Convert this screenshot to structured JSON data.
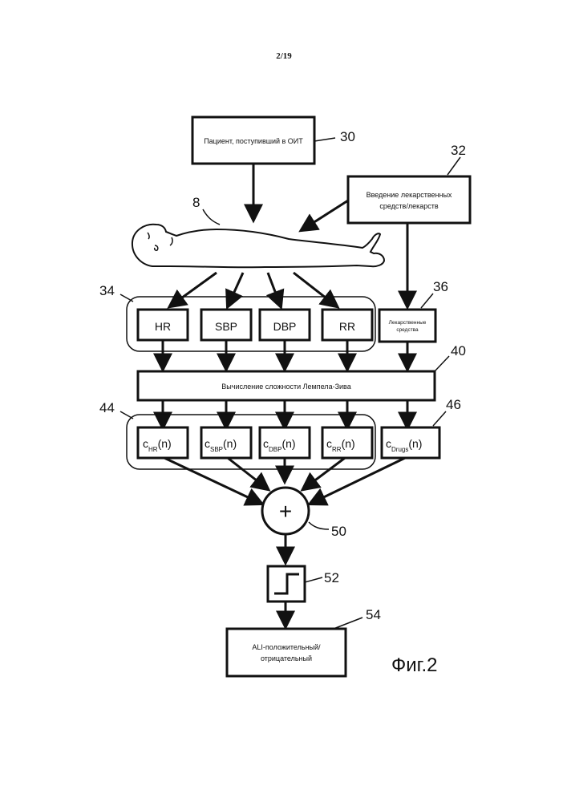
{
  "page_number": "2/19",
  "figure_label": "Фиг.2",
  "boxes": {
    "patient": "Пациент, поступивший в ОИТ",
    "drug_admin_line1": "Введение лекарственных",
    "drug_admin_line2": "средств/лекарств",
    "drugs_small_line1": "Лекарственные",
    "drugs_small_line2": "средства",
    "lz": "Вычисление сложности Лемпела-Зива",
    "result_line1": "ALI-положительный/",
    "result_line2": "отрицательный"
  },
  "signals": [
    "HR",
    "SBP",
    "DBP",
    "RR"
  ],
  "complexity": [
    {
      "c": "c",
      "sub": "HR",
      "n": "(n)"
    },
    {
      "c": "c",
      "sub": "SBP",
      "n": "(n)"
    },
    {
      "c": "c",
      "sub": "DBP",
      "n": "(n)"
    },
    {
      "c": "c",
      "sub": "RR",
      "n": "(n)"
    },
    {
      "c": "c",
      "sub": "Drugs",
      "n": "(n)"
    }
  ],
  "sum_symbol": "+",
  "refs": {
    "r30": "30",
    "r32": "32",
    "r8": "8",
    "r34": "34",
    "r36": "36",
    "r40": "40",
    "r44": "44",
    "r46": "46",
    "r50": "50",
    "r52": "52",
    "r54": "54"
  }
}
